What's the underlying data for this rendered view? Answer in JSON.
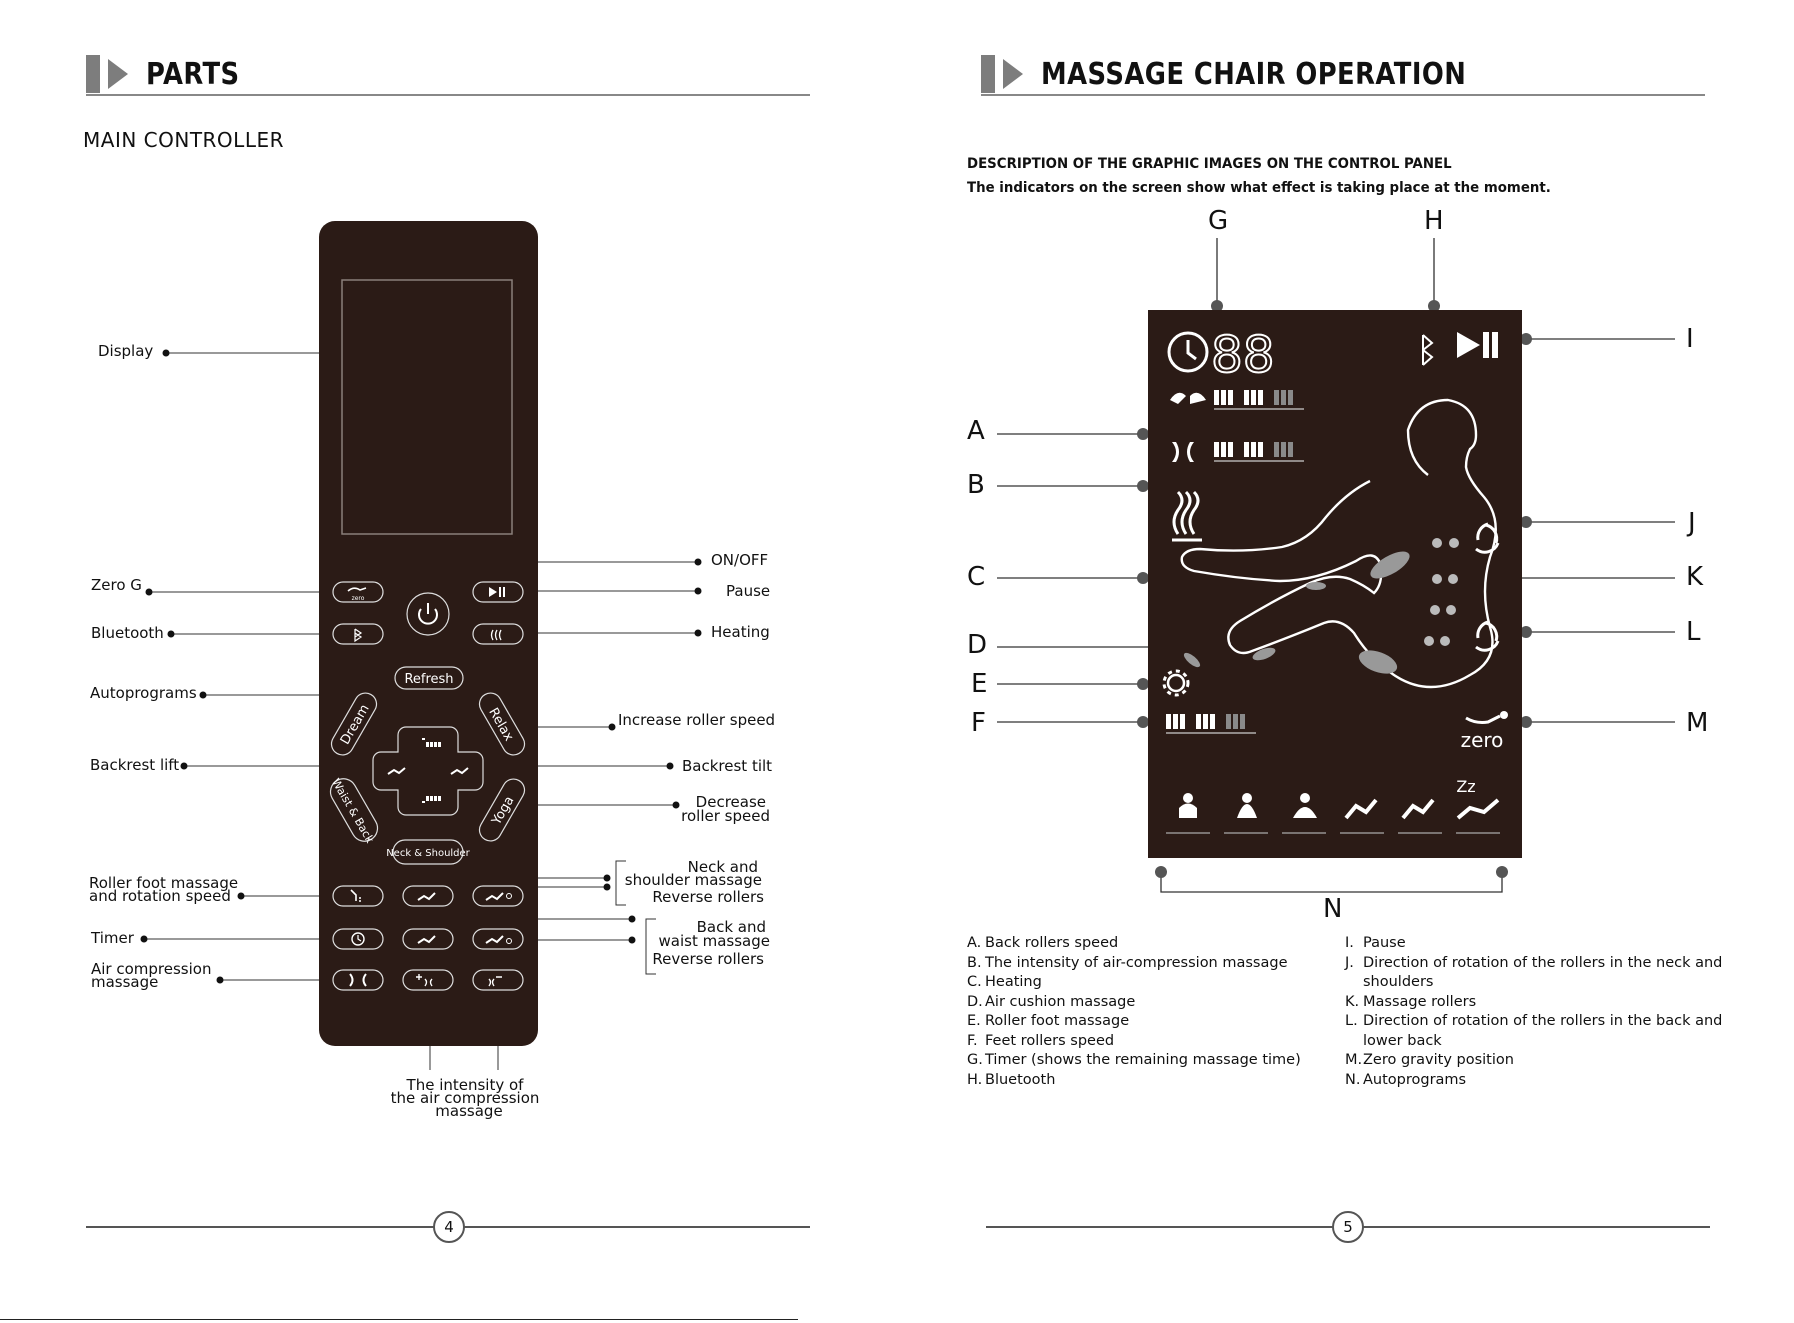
{
  "left": {
    "header": "PARTS",
    "subtitle": "MAIN CONTROLLER",
    "page_number": "4",
    "remote": {
      "program_buttons": [
        "Refresh",
        "Dream",
        "Relax",
        "Waist & Back",
        "Yoga",
        "Neck & Shoulder"
      ],
      "zero_label": "zero"
    },
    "callouts": {
      "display": "Display",
      "zero_g": "Zero G",
      "bluetooth": "Bluetooth",
      "autoprograms": "Autoprograms",
      "backrest_lift": "Backrest lift",
      "roller_foot_1": "Roller foot massage",
      "roller_foot_2": "and rotation speed",
      "timer": "Timer",
      "air_comp_1": "Air compression",
      "air_comp_2": "massage",
      "on_off": "ON/OFF",
      "pause": "Pause",
      "heating": "Heating",
      "inc_roller": "Increase roller speed",
      "backrest_tilt": "Backrest tilt",
      "dec_roller_1": "Decrease",
      "dec_roller_2": "roller speed",
      "neck_1": "Neck and",
      "neck_2": "shoulder massage",
      "neck_3": "Reverse rollers",
      "back_1": "Back and",
      "back_2": "waist massage",
      "back_3": "Reverse rollers",
      "intensity_1": "The intensity of",
      "intensity_2": "the air compression",
      "intensity_3": "massage"
    }
  },
  "right": {
    "header": "MASSAGE CHAIR OPERATION",
    "desc_line1": "DESCRIPTION OF THE GRAPHIC IMAGES ON THE CONTROL PANEL",
    "desc_line2": "The indicators on the screen show what effect is taking place at the moment.",
    "page_number": "5",
    "screen": {
      "timer_digits": "88",
      "zero_label": "zero",
      "sleep_label": "Zz"
    },
    "letters": {
      "A": "A",
      "B": "B",
      "C": "C",
      "D": "D",
      "E": "E",
      "F": "F",
      "G": "G",
      "H": "H",
      "I": "I",
      "J": "J",
      "K": "K",
      "L": "L",
      "M": "M",
      "N": "N"
    },
    "legend_left": [
      {
        "key": "A.",
        "text": "Back rollers speed"
      },
      {
        "key": "B.",
        "text": "The intensity of air-compression massage"
      },
      {
        "key": "C.",
        "text": "Heating"
      },
      {
        "key": "D.",
        "text": "Air cushion massage"
      },
      {
        "key": "E.",
        "text": "Roller foot massage"
      },
      {
        "key": "F.",
        "text": "Feet rollers speed"
      },
      {
        "key": "G.",
        "text": "Timer (shows the remaining massage time)"
      },
      {
        "key": "H.",
        "text": "Bluetooth"
      }
    ],
    "legend_right": [
      {
        "key": "I.",
        "text": "Pause",
        "cont": ""
      },
      {
        "key": "J.",
        "text": "Direction of rotation of the rollers in the   neck and",
        "cont": "shoulders"
      },
      {
        "key": "K.",
        "text": "Massage rollers",
        "cont": ""
      },
      {
        "key": "L.",
        "text": "Direction of rotation of the rollers in the   back and",
        "cont": "lower back"
      },
      {
        "key": "M.",
        "text": "Zero gravity position",
        "cont": ""
      },
      {
        "key": "N.",
        "text": "Autoprograms",
        "cont": ""
      }
    ]
  },
  "colors": {
    "remote_body": "#2b1b16",
    "screen_bg": "#2b1b16",
    "header_gray": "#7d7d7d"
  }
}
